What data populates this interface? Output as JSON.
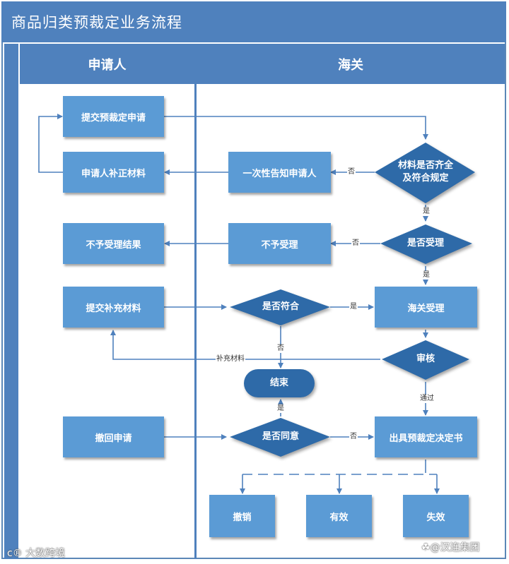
{
  "title": "商品归类预裁定业务流程",
  "lanes": {
    "applicant": "申请人",
    "customs": "海关"
  },
  "nodes": {
    "submit_application": "提交预裁定申请",
    "supplement_materials_applicant": "申请人补正材料",
    "notify_once": "一次性告知申请人",
    "materials_complete": "材料是否齐全\n及符合规定",
    "reject_result": "不予受理结果",
    "reject": "不予受理",
    "accept_q": "是否受理",
    "submit_supplement": "提交补充材料",
    "conform_q": "是否符合",
    "customs_accept": "海关受理",
    "review": "审核",
    "end": "结束",
    "withdraw": "撤回申请",
    "agree_q": "是否同意",
    "issue_decision": "出具预裁定决定书",
    "revoke": "撤销",
    "valid": "有效",
    "invalid": "失效"
  },
  "edge_labels": {
    "no_1": "否",
    "yes_1": "是",
    "no_2": "否",
    "yes_2": "是",
    "yes_3": "是",
    "no_3": "否",
    "supplement": "补充材料",
    "pass": "通过",
    "yes_4": "是",
    "no_4": "否"
  },
  "watermarks": {
    "left": "大数跨境",
    "right": "汉连集团"
  },
  "colors": {
    "header": "#4f81bd",
    "box": "#5b9bd5",
    "diamond": "#2e6aa8",
    "line": "#4f81bd"
  }
}
